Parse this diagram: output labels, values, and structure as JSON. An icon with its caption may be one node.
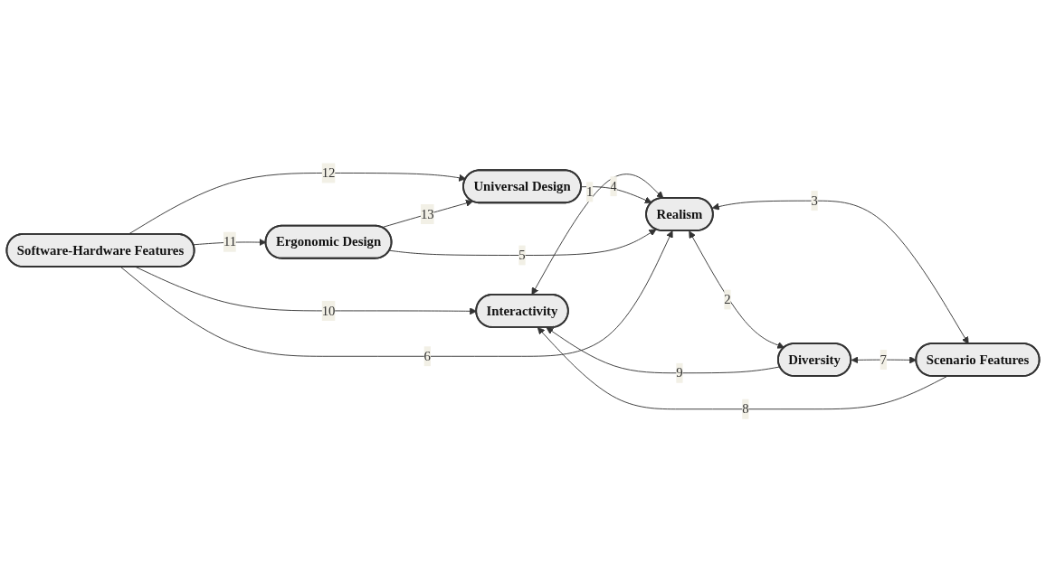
{
  "diagram": {
    "nodes": [
      {
        "text": [
          "Interactivity"
        ]
      },
      {
        "text": [
          "Diversity"
        ]
      },
      {
        "text": [
          "Software-Hardware Features"
        ]
      },
      {
        "text": [
          "Realism"
        ]
      },
      {
        "text": [
          "Scenario Features"
        ]
      },
      {
        "text": [
          "Ergonomic Design"
        ]
      },
      {
        "text": [
          "Universal Design"
        ]
      }
    ],
    "edges": [
      {
        "from": 0,
        "to": 3,
        "arrow": "both",
        "label": "1"
      },
      {
        "from": 3,
        "to": 1,
        "arrow": "both",
        "label": "2"
      },
      {
        "from": 3,
        "to": 4,
        "arrow": "both",
        "label": "3"
      },
      {
        "from": 6,
        "to": 3,
        "arrow": "to",
        "label": "4"
      },
      {
        "from": 5,
        "to": 3,
        "arrow": "to",
        "label": "5"
      },
      {
        "from": 2,
        "to": 3,
        "arrow": "to",
        "label": "6"
      },
      {
        "from": 1,
        "to": 4,
        "arrow": "both",
        "label": "7"
      },
      {
        "from": 4,
        "to": 0,
        "arrow": "to",
        "label": "8"
      },
      {
        "from": 1,
        "to": 0,
        "arrow": "to",
        "label": "9"
      },
      {
        "from": 2,
        "to": 0,
        "arrow": "to",
        "label": "10"
      },
      {
        "from": 2,
        "to": 5,
        "arrow": "to",
        "label": "11"
      },
      {
        "from": 2,
        "to": 6,
        "arrow": "to",
        "label": "12"
      },
      {
        "from": 5,
        "to": 6,
        "arrow": "to",
        "label": "13"
      }
    ]
  }
}
